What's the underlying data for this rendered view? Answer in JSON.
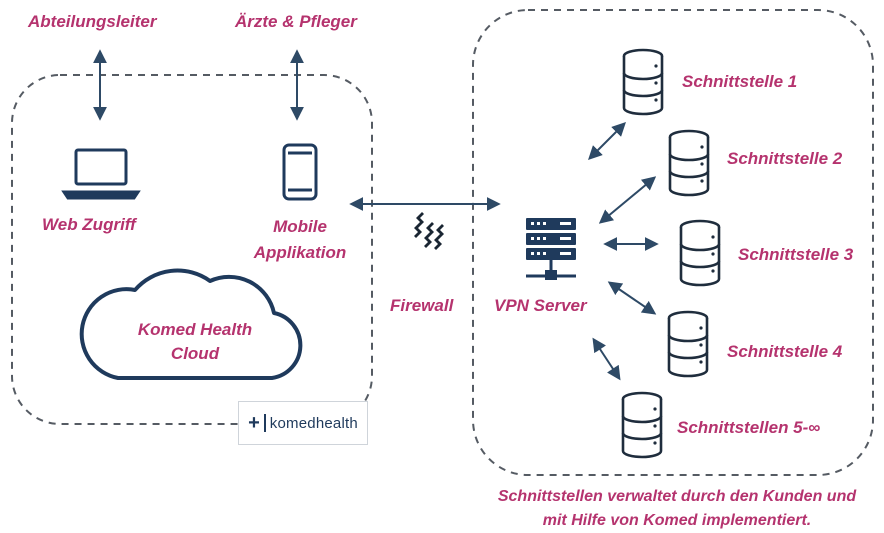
{
  "labels": {
    "abteilungsleiter": "Abteilungsleiter",
    "aerzte": "Ärzte & Pfleger",
    "web_zugriff": "Web Zugriff",
    "mobile_line1": "Mobile",
    "mobile_line2": "Applikation",
    "cloud_line1": "Komed Health",
    "cloud_line2": "Cloud",
    "firewall": "Firewall",
    "vpn_server": "VPN Server",
    "s1": "Schnittstelle 1",
    "s2": "Schnittstelle 2",
    "s3": "Schnittstelle 3",
    "s4": "Schnittstelle 4",
    "s5": "Schnittstellen 5-∞",
    "footer_line1": "Schnittstellen verwaltet durch den Kunden und",
    "footer_line2": "mit Hilfe von Komed implementiert."
  },
  "logo": {
    "plus": "+",
    "word": "komedhealth"
  },
  "colors": {
    "accent": "#b5336e",
    "icon": "#1f3a5c",
    "border": "#555b63"
  }
}
